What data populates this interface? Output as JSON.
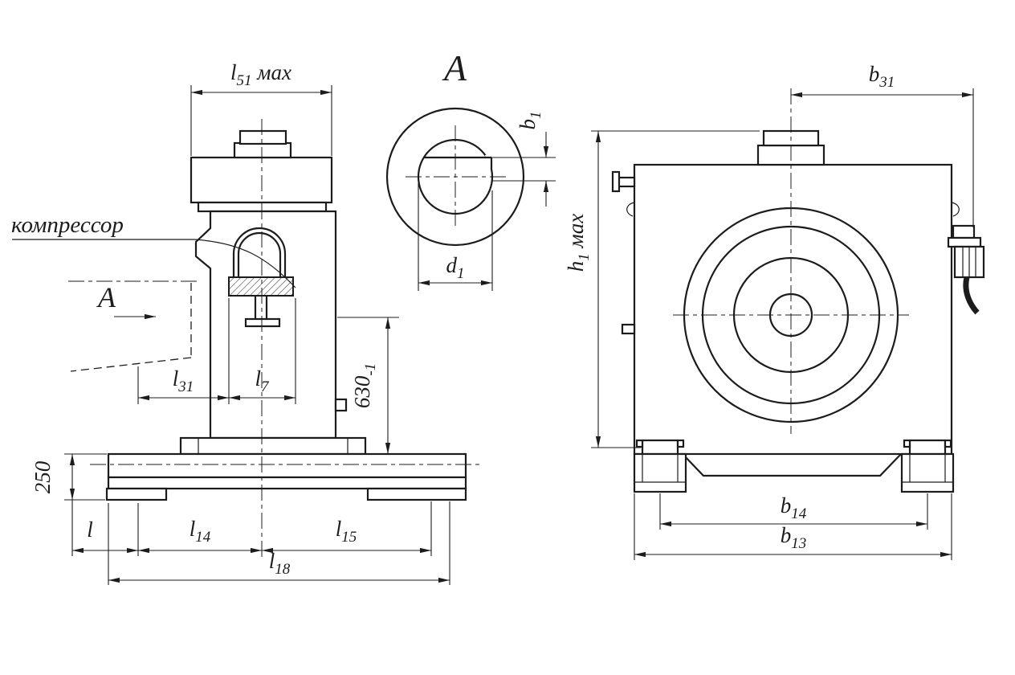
{
  "drawing": {
    "callout_label": "компрессор",
    "section_view_title": "А",
    "section_cut_label": "А",
    "dims": {
      "l51": {
        "base": "l",
        "sub": "51",
        "suffix": " мах"
      },
      "b31": {
        "base": "b",
        "sub": "31"
      },
      "b1": {
        "base": "b",
        "sub": "1"
      },
      "d1": {
        "base": "d",
        "sub": "1"
      },
      "h1": {
        "base": "h",
        "sub": "1",
        "suffix": " мах"
      },
      "height_630": {
        "base": "630",
        "sub": "-1"
      },
      "base_height_250": "250",
      "l": "l",
      "l31": {
        "base": "l",
        "sub": "31"
      },
      "l7": {
        "base": "l",
        "sub": "7"
      },
      "l14": {
        "base": "l",
        "sub": "14"
      },
      "l15": {
        "base": "l",
        "sub": "15"
      },
      "l18": {
        "base": "l",
        "sub": "18"
      },
      "b14": {
        "base": "b",
        "sub": "14"
      },
      "b13": {
        "base": "b",
        "sub": "13"
      }
    },
    "colors": {
      "line": "#1c1c1c",
      "background": "#ffffff"
    }
  }
}
